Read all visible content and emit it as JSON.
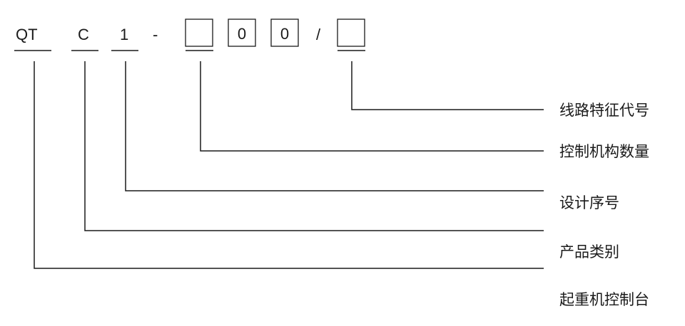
{
  "code": {
    "prefix": "QT",
    "category": "C",
    "serial": "1",
    "dash": "-",
    "slot_a": "",
    "digit_1": "0",
    "digit_2": "0",
    "slash": "/",
    "slot_b": ""
  },
  "labels": {
    "line_feature_code": "线路特征代号",
    "mechanism_count": "控制机构数量",
    "design_serial": "设计序号",
    "product_category": "产品类别",
    "crane_console": "起重机控制台"
  }
}
